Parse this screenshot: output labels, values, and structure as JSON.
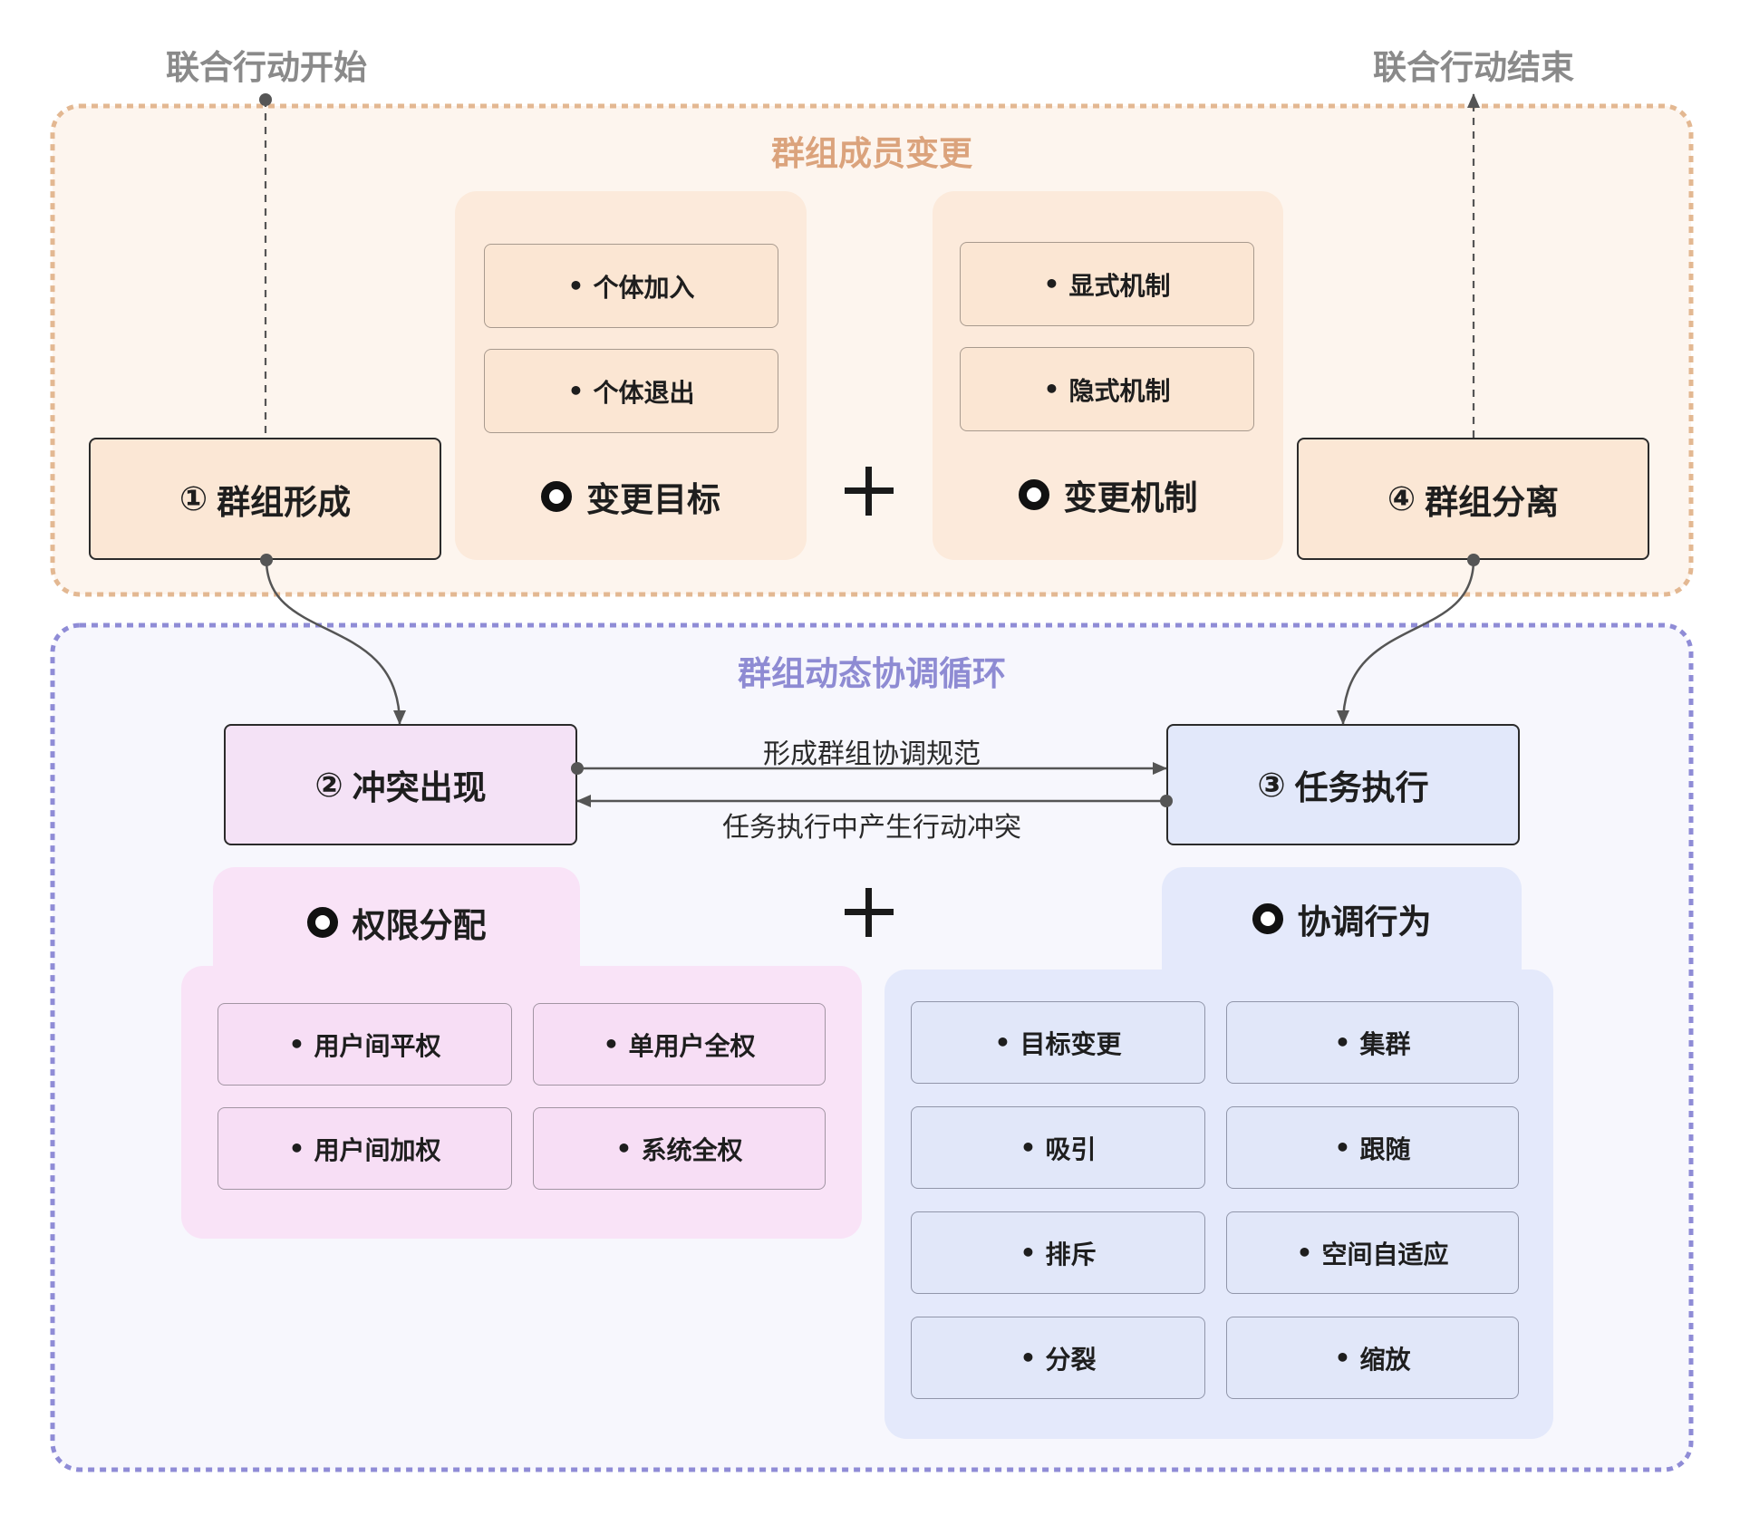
{
  "start_label": "联合行动开始",
  "end_label": "联合行动结束",
  "bullet": "•",
  "icons": {
    "section_marker": "ring-icon",
    "combine": "plus-icon"
  },
  "colors": {
    "membership_border": "#e3b892",
    "membership_title": "#dba37c",
    "coordination_border": "#8f8cd6",
    "coordination_title": "#8e8bd3",
    "connector": "#555555"
  },
  "membership": {
    "title": "群组成员变更",
    "formation": {
      "number": "①",
      "label": "群组形成"
    },
    "separation": {
      "number": "④",
      "label": "群组分离"
    },
    "change_target": {
      "title": "变更目标",
      "items": [
        "个体加入",
        "个体退出"
      ]
    },
    "change_mechanism": {
      "title": "变更机制",
      "items": [
        "显式机制",
        "隐式机制"
      ]
    }
  },
  "coordination": {
    "title": "群组动态协调循环",
    "conflict": {
      "number": "②",
      "label": "冲突出现"
    },
    "execution": {
      "number": "③",
      "label": "任务执行"
    },
    "forward_edge": "形成群组协调规范",
    "backward_edge": "任务执行中产生行动冲突",
    "permission": {
      "title": "权限分配",
      "items": [
        "用户间平权",
        "单用户全权",
        "用户间加权",
        "系统全权"
      ]
    },
    "behavior": {
      "title": "协调行为",
      "items": [
        "目标变更",
        "集群",
        "吸引",
        "跟随",
        "排斥",
        "空间自适应",
        "分裂",
        "缩放"
      ]
    }
  }
}
